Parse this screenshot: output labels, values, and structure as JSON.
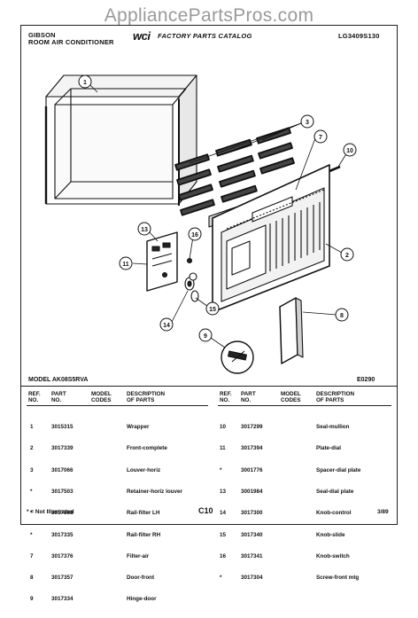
{
  "watermark": "AppliancePartsPros.com",
  "header": {
    "brand": "GIBSON",
    "product": "ROOM AIR CONDITIONER",
    "logo": "wci",
    "catalog": "FACTORY PARTS CATALOG",
    "doc_number": "LG3409S130"
  },
  "diagram": {
    "callouts": [
      "1",
      "3",
      "7",
      "10",
      "13",
      "16",
      "11",
      "2",
      "15",
      "14",
      "8",
      "9"
    ]
  },
  "model_line": {
    "model": "MODEL AK08S5RVA",
    "code": "E0290"
  },
  "table": {
    "headers": {
      "ref": "REF.\nNO.",
      "part": "PART\nNO.",
      "model_codes": "MODEL\nCODES",
      "description": "DESCRIPTION\nOF PARTS"
    },
    "left": [
      {
        "ref": "1",
        "part": "3015315",
        "desc": "Wrapper"
      },
      {
        "ref": "2",
        "part": "3017339",
        "desc": "Front-complete"
      },
      {
        "ref": "3",
        "part": "3017066",
        "desc": "Louver-horiz"
      },
      {
        "ref": "*",
        "part": "3017503",
        "desc": "Retainer-horiz louver"
      },
      {
        "ref": "*",
        "part": "3017368",
        "desc": "Rail-filter LH"
      },
      {
        "ref": "*",
        "part": "3017335",
        "desc": "Rail-filter RH"
      },
      {
        "ref": "7",
        "part": "3017376",
        "desc": "Filter-air"
      },
      {
        "ref": "8",
        "part": "3017357",
        "desc": "Door-front"
      },
      {
        "ref": "9",
        "part": "3017334",
        "desc": "Hinge-door"
      }
    ],
    "right": [
      {
        "ref": "10",
        "part": "3017299",
        "desc": "Seal-mullion"
      },
      {
        "ref": "11",
        "part": "3017394",
        "desc": "Plate-dial"
      },
      {
        "ref": "*",
        "part": "3001776",
        "desc": "Spacer-dial plate"
      },
      {
        "ref": "13",
        "part": "3001984",
        "desc": "Seal-dial plate"
      },
      {
        "ref": "14",
        "part": "3017300",
        "desc": "Knob-control"
      },
      {
        "ref": "15",
        "part": "3017340",
        "desc": "Knob-slide"
      },
      {
        "ref": "16",
        "part": "3017341",
        "desc": "Knob-switch"
      },
      {
        "ref": "*",
        "part": "3017304",
        "desc": "Screw-front mtg"
      }
    ]
  },
  "footer": {
    "note": "* = Not Illustrated",
    "page": "C10",
    "date": "3/89"
  }
}
